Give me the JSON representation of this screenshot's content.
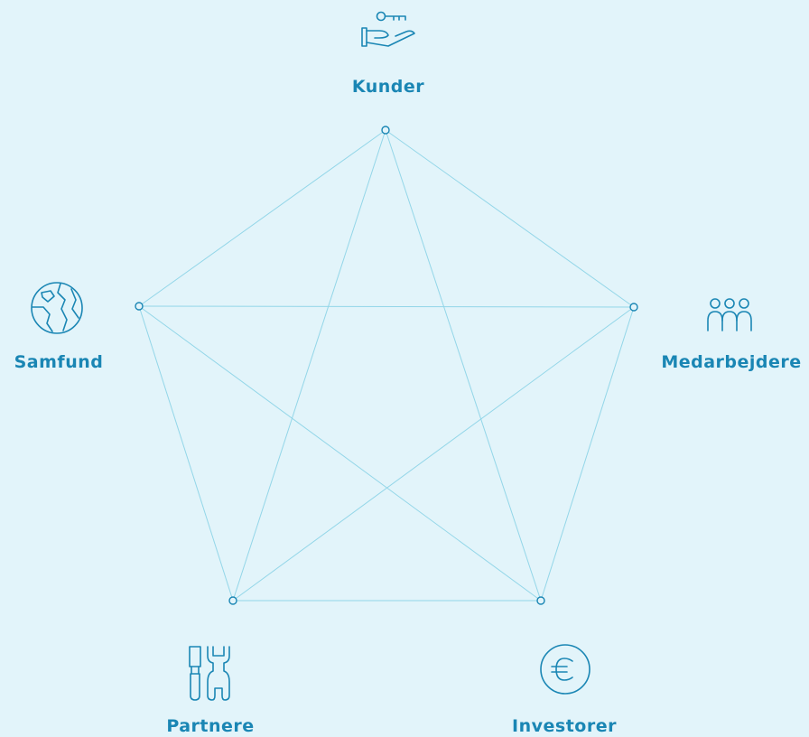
{
  "colors": {
    "background": "#e2f4fa",
    "accent": "#1a86b4",
    "edge": "#93d6e8"
  },
  "nodes": [
    {
      "id": "kunder",
      "label": "Kunder",
      "icon": "hand-with-key-icon"
    },
    {
      "id": "medarbejdere",
      "label": "Medarbejdere",
      "icon": "people-group-icon"
    },
    {
      "id": "investorer",
      "label": "Investorer",
      "icon": "euro-coin-icon"
    },
    {
      "id": "partnere",
      "label": "Partnere",
      "icon": "tools-icon"
    },
    {
      "id": "samfund",
      "label": "Samfund",
      "icon": "globe-icon"
    }
  ],
  "edges": [
    [
      "kunder",
      "medarbejdere"
    ],
    [
      "kunder",
      "investorer"
    ],
    [
      "kunder",
      "partnere"
    ],
    [
      "kunder",
      "samfund"
    ],
    [
      "medarbejdere",
      "investorer"
    ],
    [
      "medarbejdere",
      "partnere"
    ],
    [
      "medarbejdere",
      "samfund"
    ],
    [
      "investorer",
      "partnere"
    ],
    [
      "investorer",
      "samfund"
    ],
    [
      "partnere",
      "samfund"
    ]
  ]
}
